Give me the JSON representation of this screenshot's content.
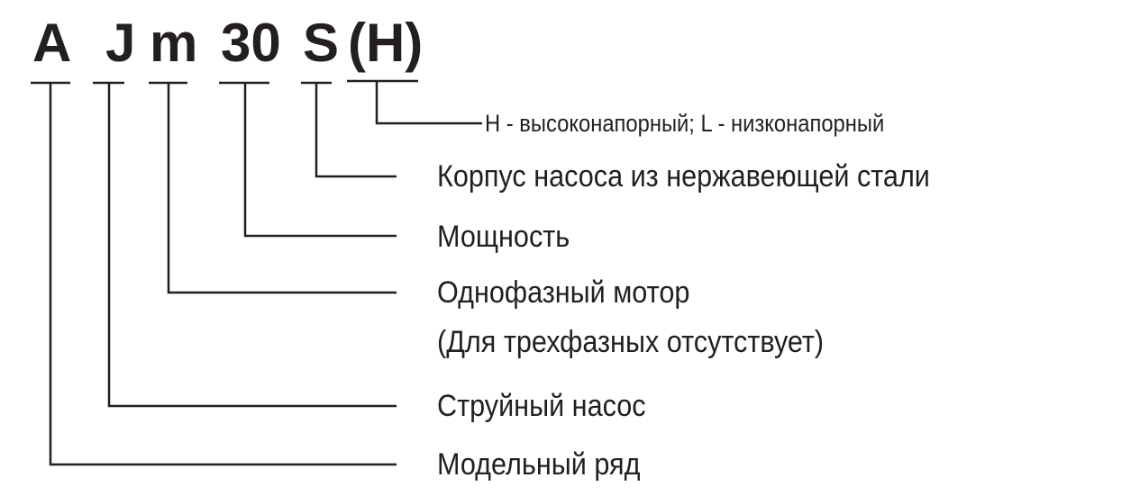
{
  "code": {
    "parts": [
      "A",
      "J",
      "m",
      "30",
      "S",
      "(H)"
    ]
  },
  "legend": [
    {
      "part": "(H)",
      "text": "H - высоконапорный; L - низконапорный"
    },
    {
      "part": "S",
      "text": "Корпус насоса из нержавеющей стали"
    },
    {
      "part": "30",
      "text": "Мощность"
    },
    {
      "part": "m",
      "line1": "Однофазный мотор",
      "line2": "(Для трехфазных отсутствует)"
    },
    {
      "part": "J",
      "text": "Струйный насос"
    },
    {
      "part": "A",
      "text": "Модельный ряд"
    }
  ]
}
